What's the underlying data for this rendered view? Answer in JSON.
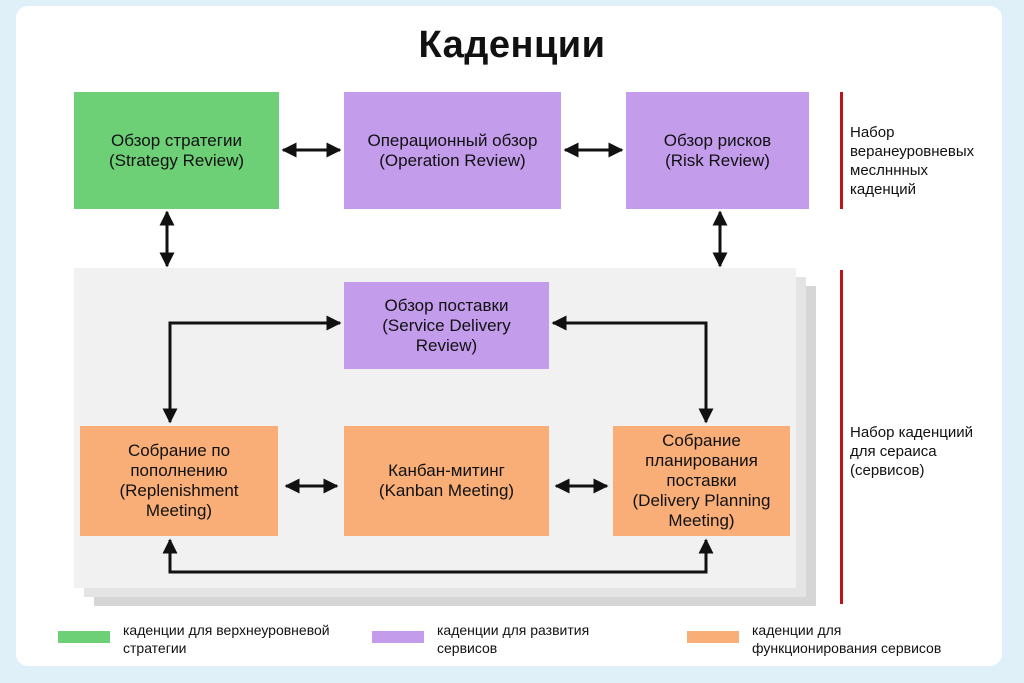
{
  "title": "Каденции",
  "top_row": {
    "strategy": {
      "line1": "Обзор стратегии",
      "line2": "(Strategy Review)"
    },
    "operation": {
      "line1": "Операционный обзор",
      "line2": "(Operation Review)"
    },
    "risk": {
      "line1": "Обзор рисков",
      "line2": "(Risk Review)"
    }
  },
  "service_row": {
    "delivery_review": {
      "line1": "Обзор поставки",
      "line2": "(Service Delivery",
      "line3": "Review)"
    },
    "replenishment": {
      "line1": "Собрание по",
      "line2": "пополнению",
      "line3": "(Replenishment",
      "line4": "Meeting)"
    },
    "kanban": {
      "line1": "Канбан-митинг",
      "line2": "(Kanban Meeting)"
    },
    "delivery_planning": {
      "line1": "Собрание",
      "line2": "планирования",
      "line3": "поставки",
      "line4": "(Delivery Planning",
      "line5": "Meeting)"
    }
  },
  "side_labels": {
    "top": {
      "line1": "Набор",
      "line2": "веранеуровневых",
      "line3": "меслннных",
      "line4": "каденций"
    },
    "bottom": {
      "line1": "Набор каденциий",
      "line2": "для сераиса",
      "line3": "(сервисов)"
    }
  },
  "legend": [
    {
      "color": "#6dcf76",
      "line1": "каденции для верхнеуровневой",
      "line2": "стратегии"
    },
    {
      "color": "#c39cec",
      "line1": "каденции для развития",
      "line2": "сервисов"
    },
    {
      "color": "#f8ae76",
      "line1": "каденции для",
      "line2": "функционирования сервисов"
    }
  ],
  "colors": {
    "strategy": "#6dcf76",
    "service_development": "#c39cec",
    "service_operation": "#f8ae76",
    "divider": "#c0121b",
    "arrow": "#111111"
  }
}
